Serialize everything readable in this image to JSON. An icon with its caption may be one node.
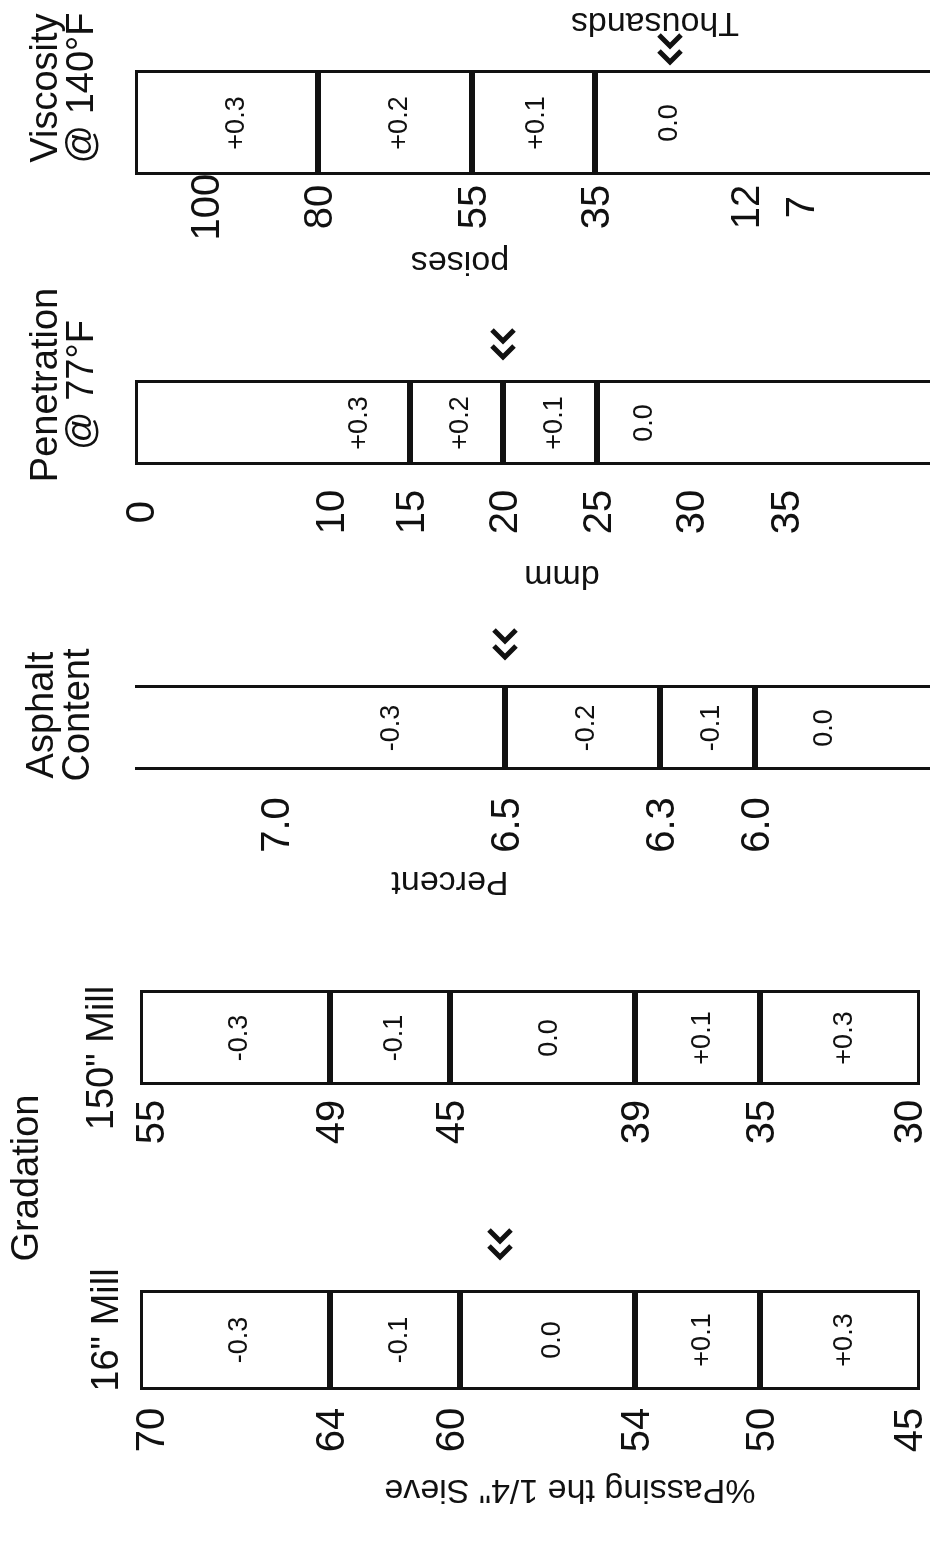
{
  "diagram": {
    "nodes": [
      {
        "text": [
          "-0.3"
        ]
      },
      {
        "text": [
          "-0.1"
        ]
      },
      {
        "text": [
          "0.0"
        ]
      },
      {
        "text": [
          "+0.1"
        ]
      },
      {
        "text": [
          "+0.3"
        ]
      },
      {
        "text": [
          "-0.3"
        ]
      },
      {
        "text": [
          "-0.1"
        ]
      },
      {
        "text": [
          "0.0"
        ]
      },
      {
        "text": [
          "+0.1"
        ]
      },
      {
        "text": [
          "+0.3"
        ]
      },
      {
        "text": [
          "-0.3"
        ]
      },
      {
        "text": [
          "-0.2"
        ]
      },
      {
        "text": [
          "-0.1"
        ]
      },
      {
        "text": [
          "0.0"
        ]
      },
      {
        "text": [
          "+0.3"
        ]
      },
      {
        "text": [
          "+0.2"
        ]
      },
      {
        "text": [
          "+0.1"
        ]
      },
      {
        "text": [
          "0.0"
        ]
      },
      {
        "text": [
          "+0.3"
        ]
      },
      {
        "text": [
          "+0.2"
        ]
      },
      {
        "text": [
          "+0.1"
        ]
      },
      {
        "text": [
          "0.0"
        ]
      }
    ],
    "labels": [
      "Gradation",
      "16\" Mill",
      "150\" Mill",
      "70",
      "64",
      "60",
      "54",
      "50",
      "45",
      "55",
      "49",
      "45",
      "39",
      "35",
      "30",
      "%Passing the 1/4\" Sieve",
      "Asphalt Content",
      "7.0",
      "6.5",
      "6.3",
      "6.0",
      "Percent",
      "Penetration @ 77°F",
      "0",
      "10",
      "15",
      "20",
      "25",
      "30",
      "35",
      "dmm",
      "Viscosity @ 140°F",
      "100",
      "80",
      "55",
      "35",
      "12",
      "7",
      "poises",
      "Thousands"
    ]
  }
}
